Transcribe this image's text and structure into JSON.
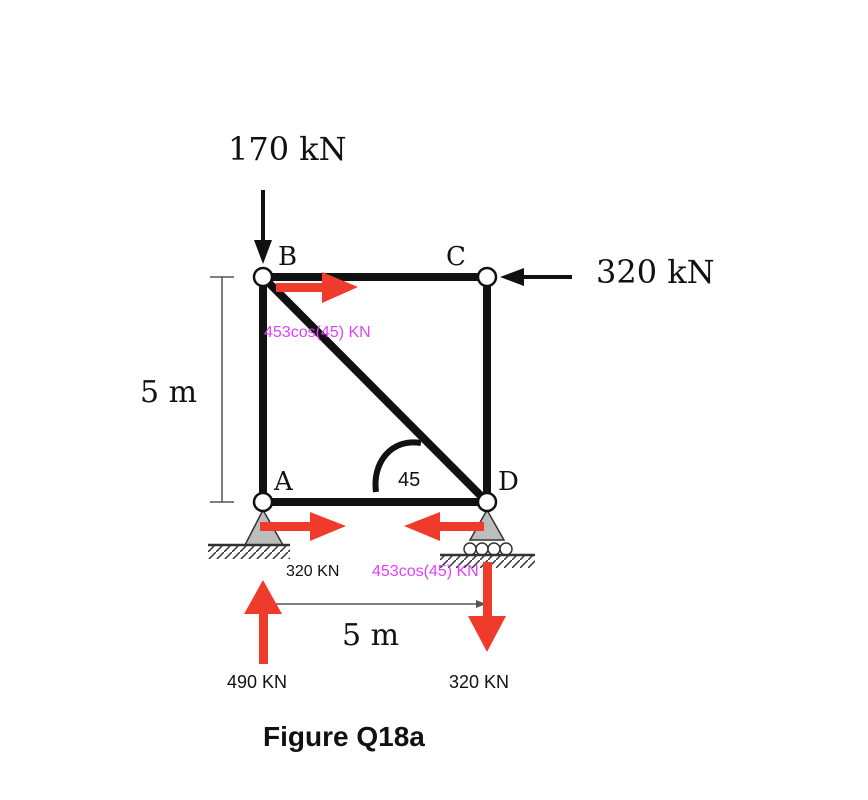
{
  "diagram": {
    "nodes": {
      "a": "A",
      "b": "B",
      "c": "C",
      "d": "D"
    },
    "dimensions": {
      "vertical": "5 m",
      "horizontal": "5 m"
    },
    "applied_loads": {
      "top": "170 kN",
      "right": "320 kN"
    },
    "angle_label": "45",
    "overlay_labels": {
      "bc_member_force": "453cos(45) KN",
      "support_a_horizontal": "320 KN",
      "support_d_horizontal": "453cos(45) KN",
      "support_a_vertical": "490 KN",
      "support_d_vertical": "320 KN"
    },
    "caption": "Figure Q18a"
  },
  "colors": {
    "member": "#111111",
    "support": "#bdbdbd",
    "reaction_arrow": "#ef3b2c",
    "annotation_magenta": "#e040fb",
    "dimension_line": "#555555"
  }
}
